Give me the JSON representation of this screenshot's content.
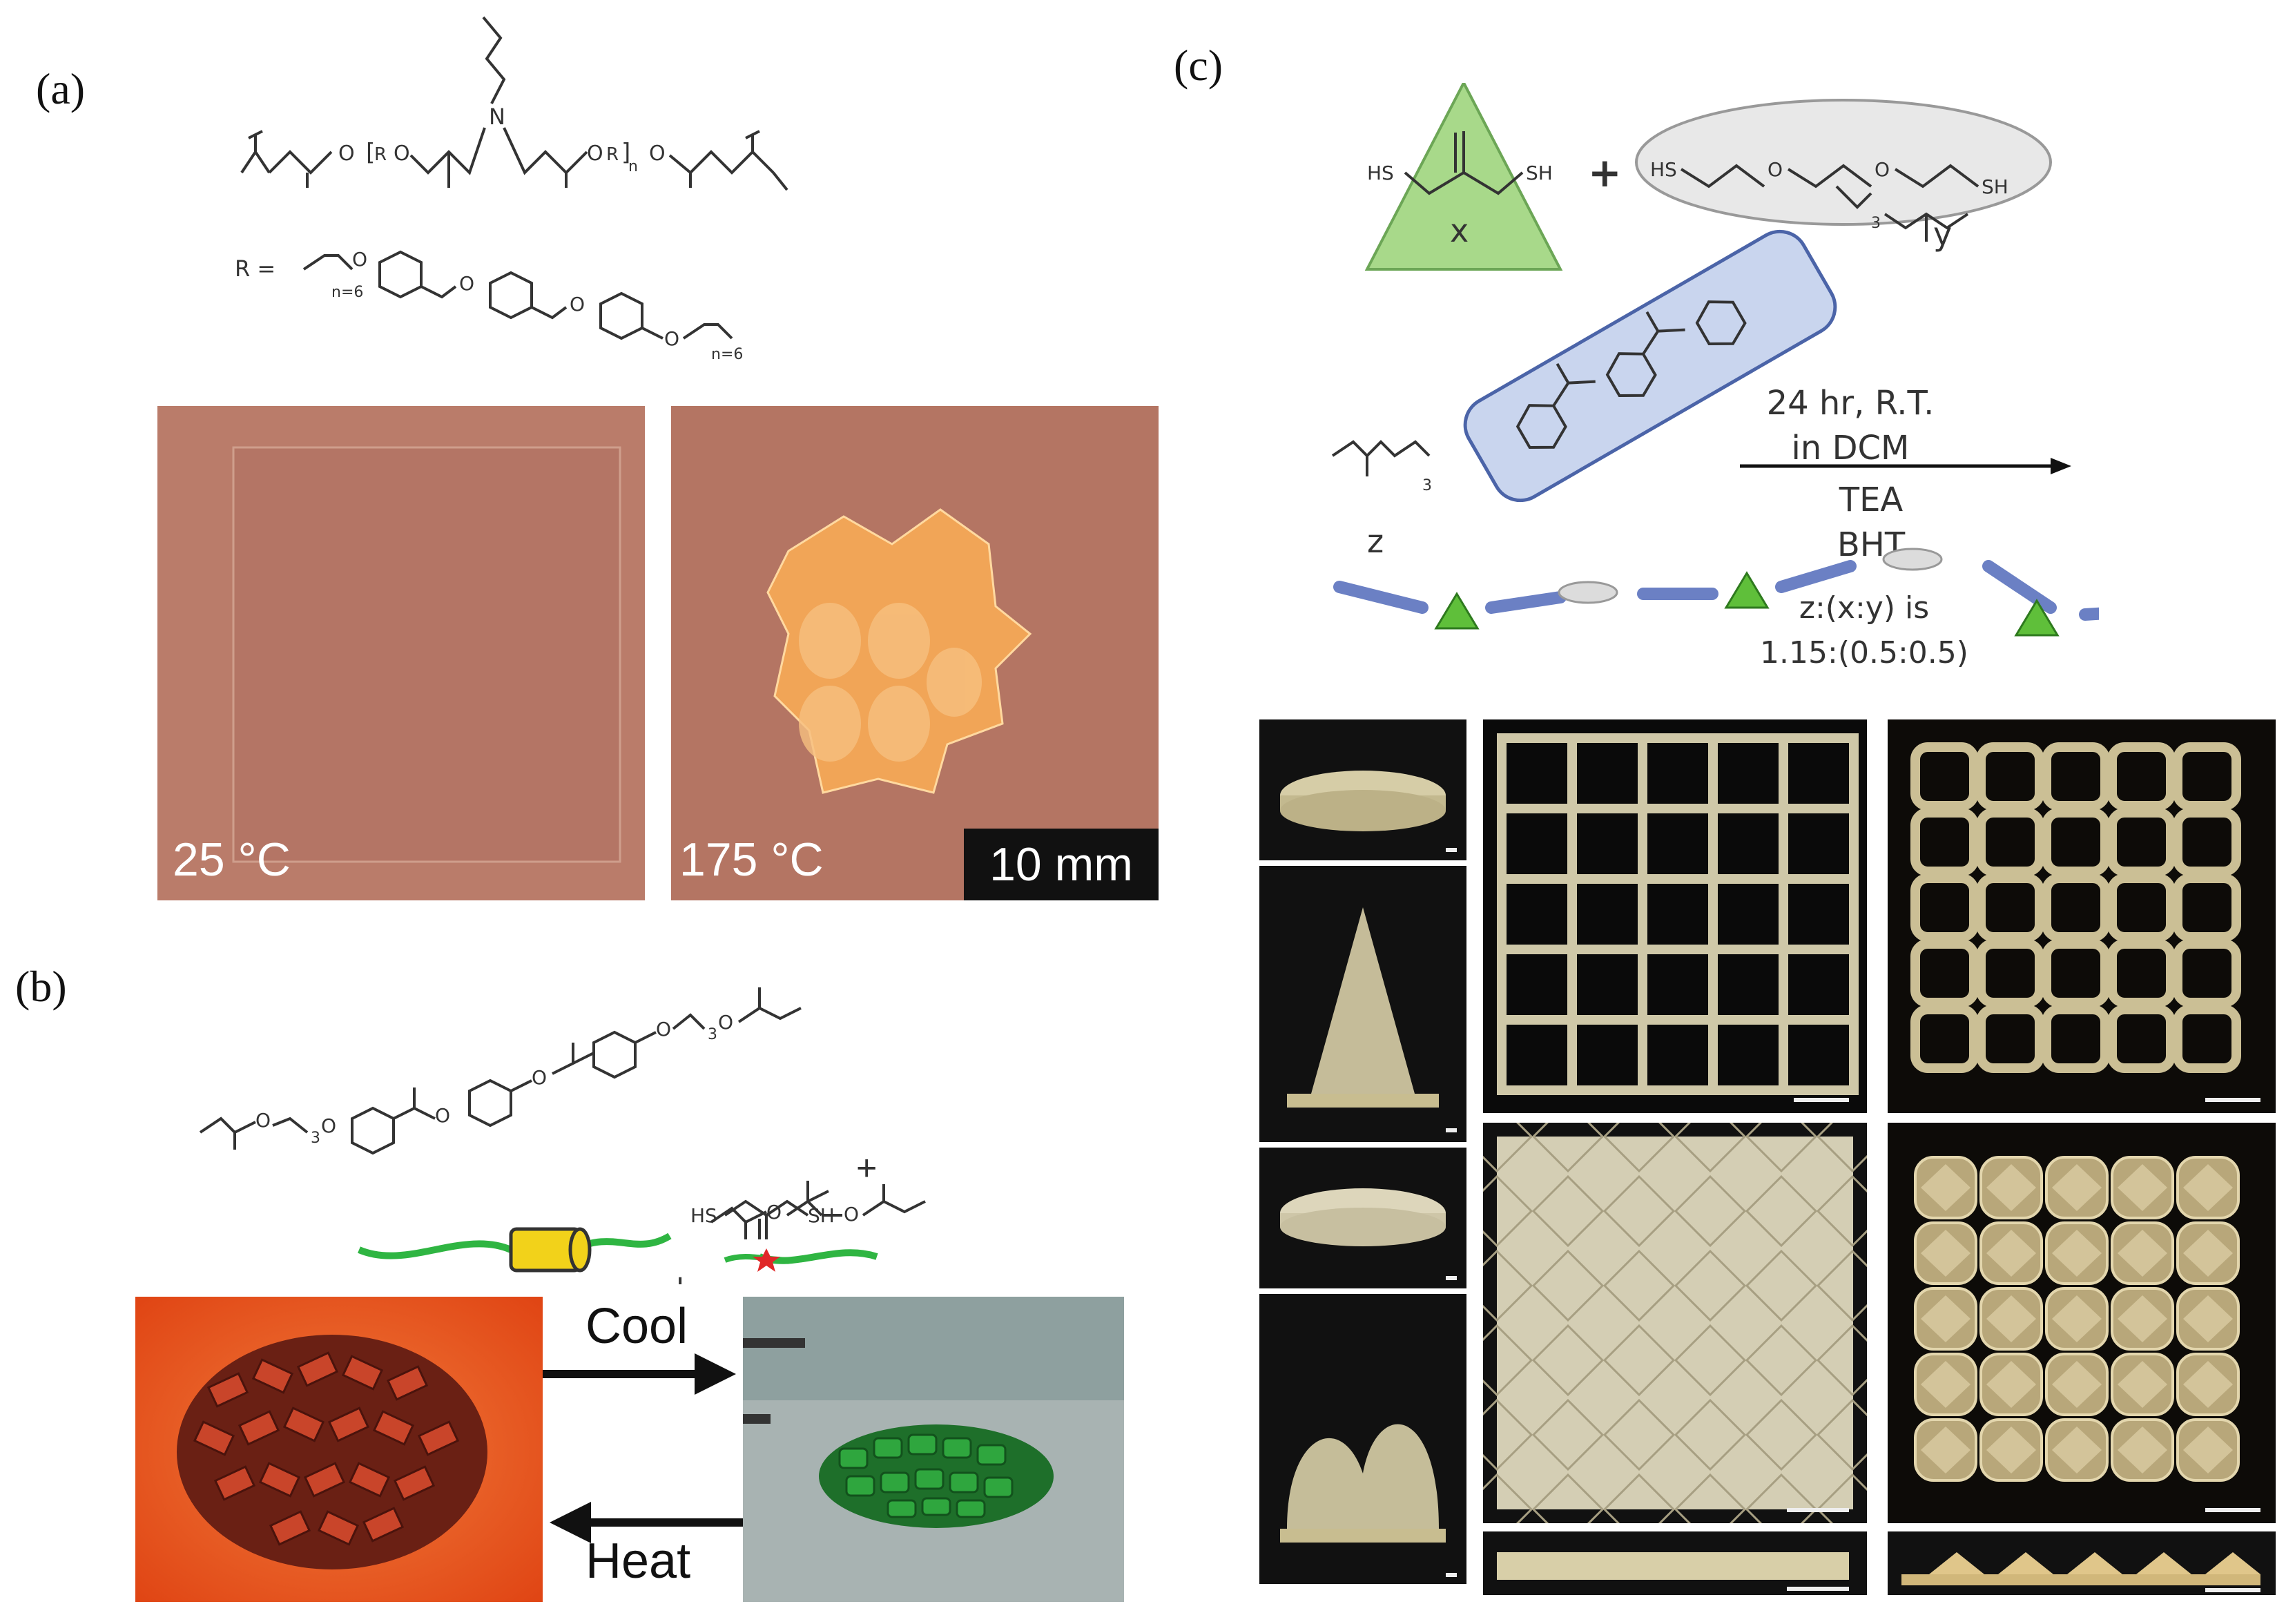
{
  "panels": {
    "a": {
      "label": "(a)",
      "r_equals": "R =",
      "n_label": "n",
      "r_letter": "R",
      "n6_label": "n=6",
      "o_label": "O",
      "n_atom": "N",
      "photo_left_temp": "25 °C",
      "photo_right_temp": "175 °C",
      "scale_bar": "10 mm"
    },
    "b": {
      "label": "(b)",
      "plus": "+",
      "sub3": "3",
      "hs": "HS",
      "sh": "SH",
      "cool": "Cool",
      "heat": "Heat"
    },
    "c": {
      "label": "(c)",
      "hs": "HS",
      "sh": "SH",
      "plus": "+",
      "x": "x",
      "y": "y",
      "z": "z",
      "sub3": "3",
      "cond1": "24 hr, R.T.",
      "cond2": "in DCM",
      "cond3": "TEA",
      "cond4": "BHT",
      "ratio1": "z:(x:y) is",
      "ratio2": "1.15:(0.5:0.5)"
    }
  },
  "colors": {
    "photo_bg_a": "#b87a68",
    "gold_object": "#f0a050",
    "orange_bg": "#e8501e",
    "green_object": "#2e9a3a",
    "yellow_mesogen": "#f2d21a",
    "spacer_green": "#2fb542",
    "c_blue_box": "#c9d5ee",
    "c_green_tri": "#a8d98a"
  }
}
